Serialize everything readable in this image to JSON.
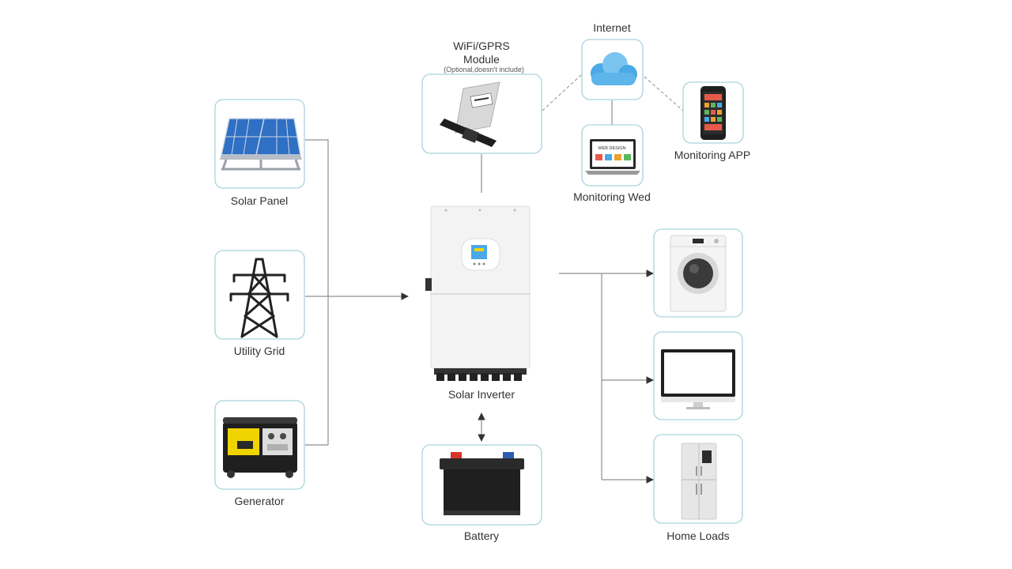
{
  "colors": {
    "box_border": "#a9d3dc",
    "wire": "#8f8f8f",
    "text": "#333333",
    "solar_blue": "#2f6fc4",
    "generator_yellow": "#f0d400",
    "cloud_blue": "#4aa9e6"
  },
  "nodes": {
    "solar_panel": {
      "label": "Solar Panel",
      "icon": "solar-panel-icon"
    },
    "utility_grid": {
      "label": "Utility Grid",
      "icon": "transmission-tower-icon"
    },
    "generator": {
      "label": "Generator",
      "icon": "generator-icon"
    },
    "wifi_module": {
      "label_line1": "WiFi/GPRS",
      "label_line2": "Module",
      "note": "(Optional,doesn't include)",
      "icon": "wifi-module-icon"
    },
    "internet": {
      "label": "Internet",
      "icon": "cloud-icon"
    },
    "monitoring_web": {
      "label": "Monitoring Wed",
      "icon": "laptop-icon",
      "screen_text": "WEB DESIGN"
    },
    "monitoring_app": {
      "label": "Monitoring APP",
      "icon": "smartphone-icon"
    },
    "inverter": {
      "label": "Solar Inverter",
      "icon": "inverter-icon"
    },
    "battery": {
      "label": "Battery",
      "icon": "battery-icon"
    },
    "washing_machine": {
      "icon": "washing-machine-icon"
    },
    "monitor": {
      "icon": "monitor-icon"
    },
    "fridge": {
      "icon": "fridge-icon"
    },
    "home_loads": {
      "label": "Home Loads"
    }
  }
}
